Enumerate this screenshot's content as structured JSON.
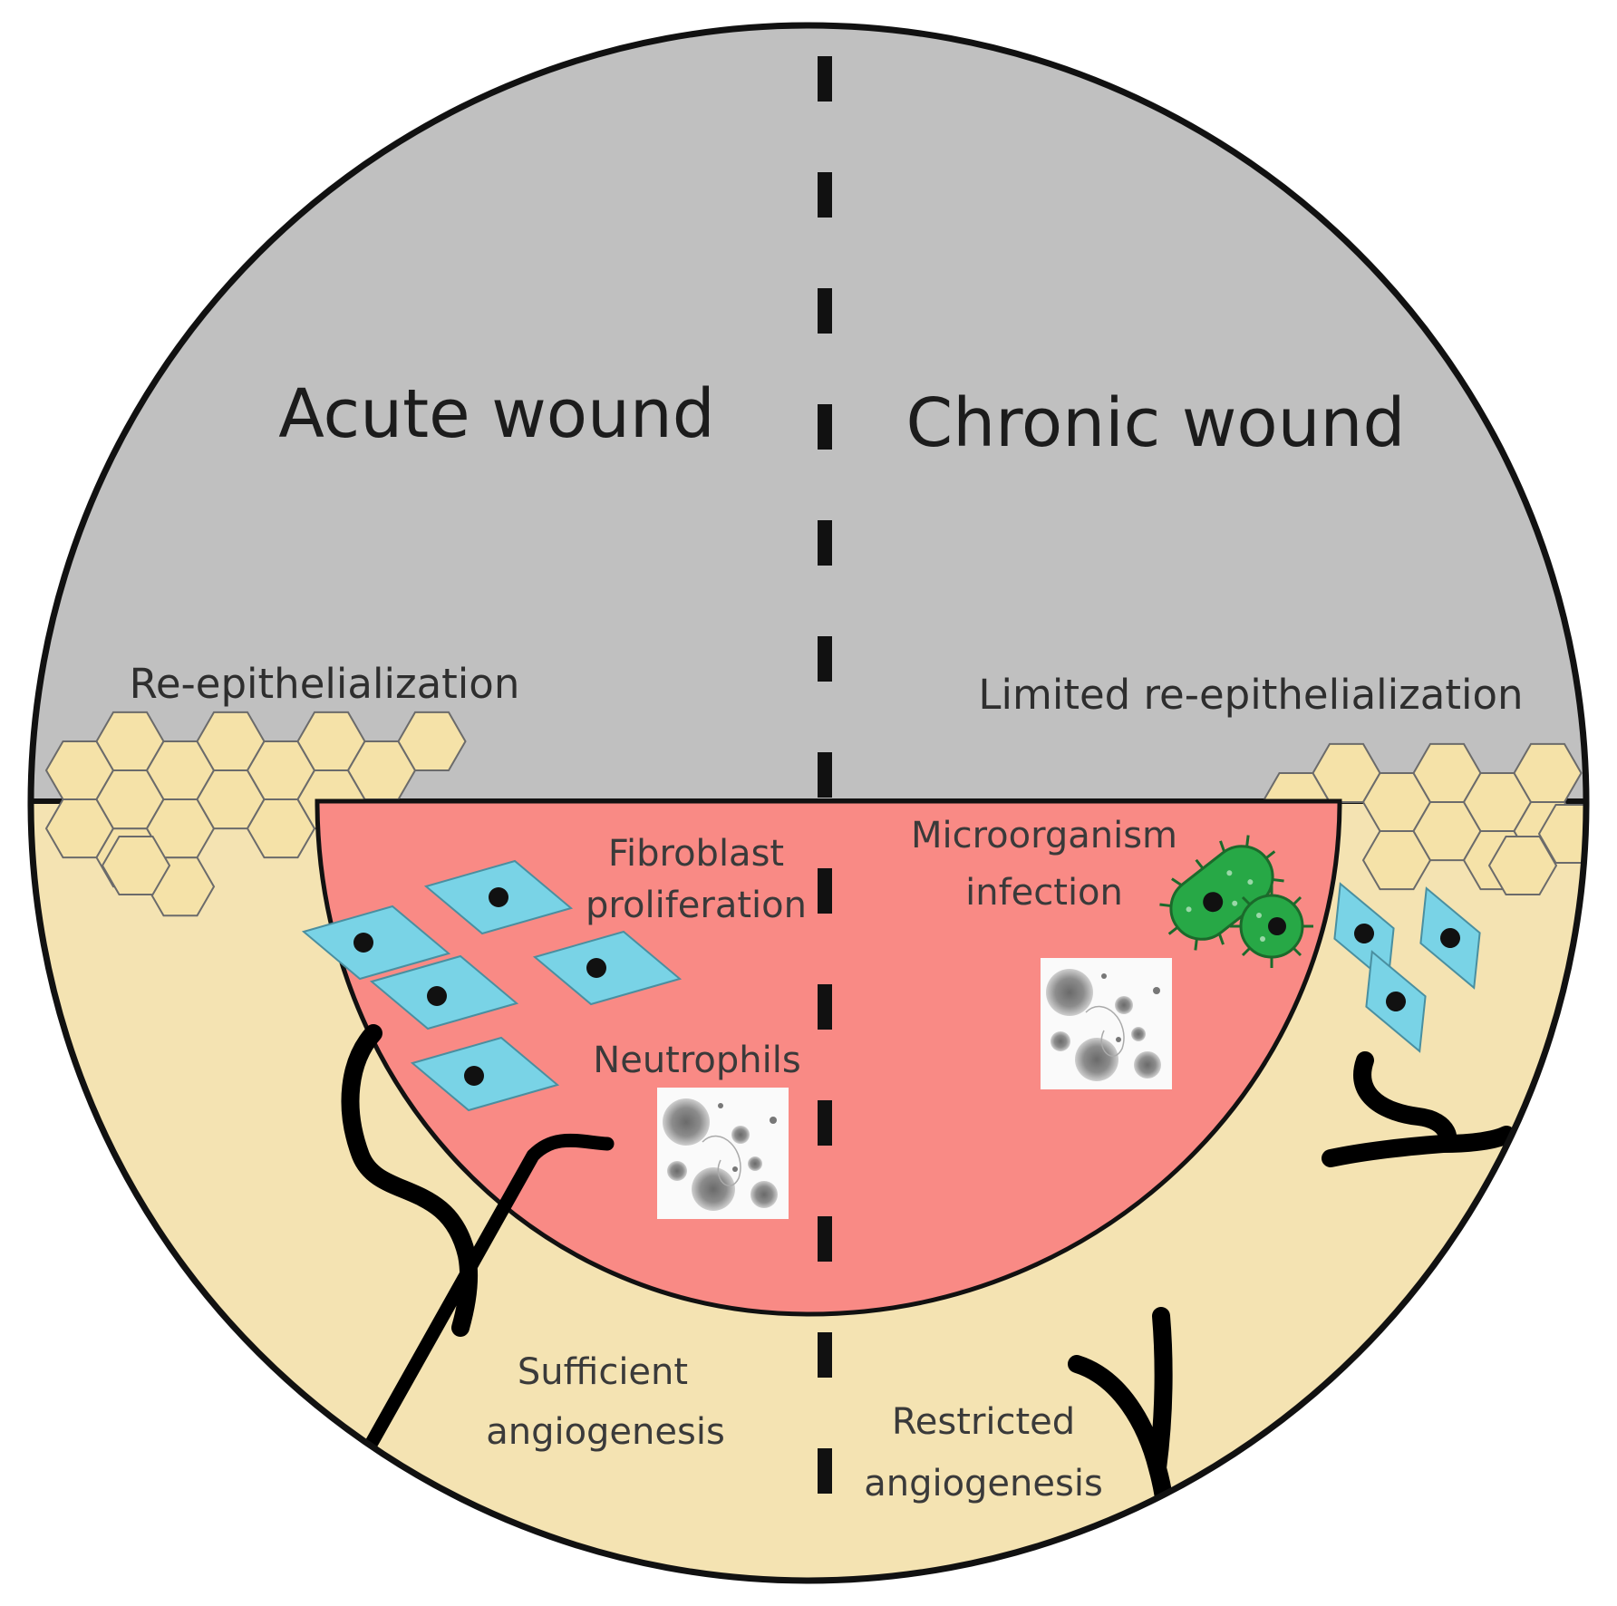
{
  "titles": {
    "acute": "Acute wound",
    "chronic": "Chronic wound"
  },
  "labels": {
    "re_epithelialization": "Re-epithelialization",
    "limited_re_epithelialization": "Limited re-epithelialization",
    "fibroblast_line1": "Fibroblast",
    "fibroblast_line2": "proliferation",
    "neutrophils": "Neutrophils",
    "microorganism_line1": "Microorganism",
    "microorganism_line2": "infection",
    "sufficient_line1": "Sufficient",
    "sufficient_line2": "angiogenesis",
    "restricted_line1": "Restricted",
    "restricted_line2": "angiogenesis"
  },
  "colors": {
    "wound_bed": "#f98a85",
    "tissue": "#f4e3b2",
    "air": "#c0c0c0",
    "epithelium": "#f5e2a8",
    "fibroblast": "#79d3e6",
    "bacteria": "#27a846"
  }
}
